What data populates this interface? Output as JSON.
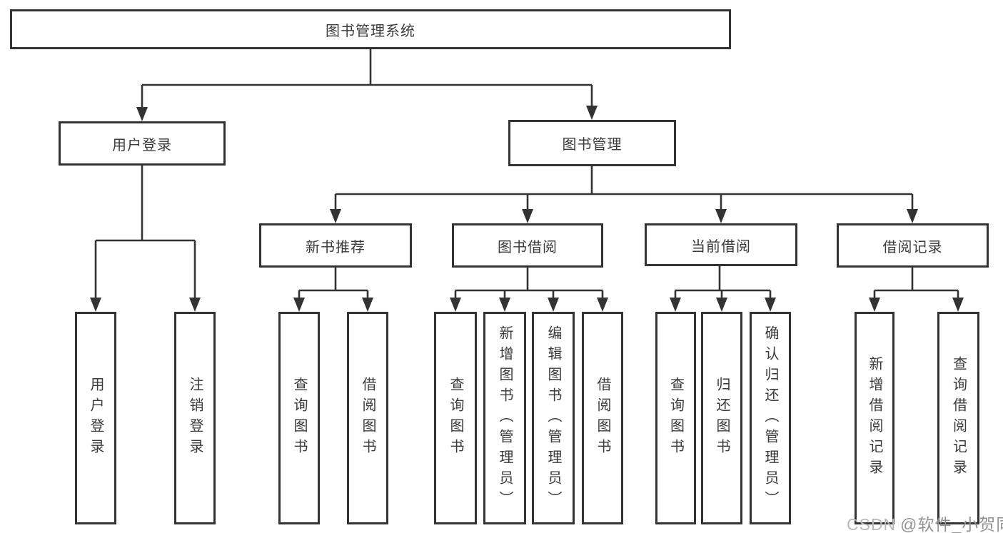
{
  "diagram": {
    "root": {
      "label": "图书管理系统"
    },
    "level2": {
      "user_login": {
        "label": "用户登录"
      },
      "book_mgmt": {
        "label": "图书管理"
      }
    },
    "level3": {
      "new_book_rec": {
        "label": "新书推荐"
      },
      "book_borrow": {
        "label": "图书借阅"
      },
      "current_borrow": {
        "label": "当前借阅"
      },
      "borrow_records": {
        "label": "借阅记录"
      }
    },
    "leaves": {
      "user_login": [
        "用户登录",
        "注销登录"
      ],
      "new_book_rec": [
        "查询图书",
        "借阅图书"
      ],
      "book_borrow": [
        "查询图书",
        "新增图书（管理员）",
        "编辑图书（管理员）",
        "借阅图书"
      ],
      "current_borrow": [
        "查询图书",
        "归还图书",
        "确认归还（管理员）"
      ],
      "borrow_records": [
        "新增借阅记录",
        "查询借阅记录"
      ]
    },
    "colors": {
      "line": "#333333",
      "text": "#3a3a3a",
      "box_background": "#ffffff",
      "watermark_prefix": "#b6b9bc",
      "watermark_handle": "#8f9295"
    }
  },
  "watermark": {
    "prefix": "CSDN",
    "handle": "@软件_小贺同学"
  }
}
